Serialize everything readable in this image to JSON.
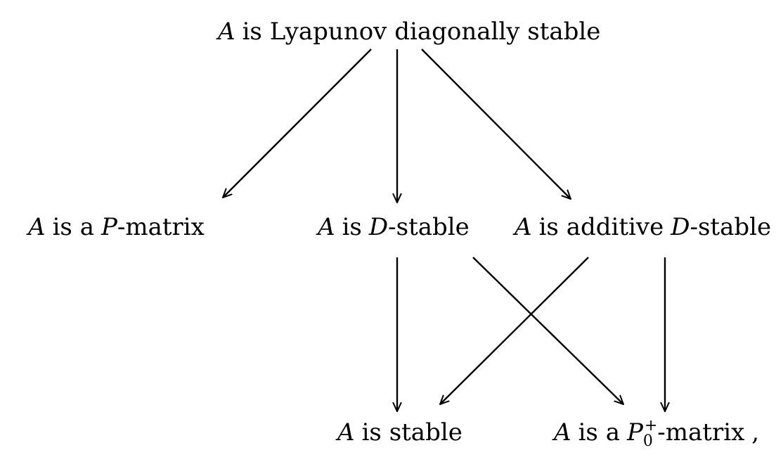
{
  "nodes": {
    "lyapunov": {
      "var": "A",
      "text": "is Lyapunov diagonally stable"
    },
    "p_matrix": {
      "var": "A",
      "pre": "is a",
      "var2": "P",
      "text": "-matrix"
    },
    "d_stable": {
      "var": "A",
      "pre": "is",
      "var2": "D",
      "text": "-stable"
    },
    "additive_d_stable": {
      "var": "A",
      "pre": "is additive",
      "var2": "D",
      "text": "-stable"
    },
    "stable": {
      "var": "A",
      "text": "is stable"
    },
    "p0_plus": {
      "var": "A",
      "pre": "is a",
      "var2": "P",
      "sub": "0",
      "sup": "+",
      "text": "-matrix",
      "trail": ","
    }
  },
  "edges": [
    {
      "from": "lyapunov",
      "to": "p_matrix"
    },
    {
      "from": "lyapunov",
      "to": "d_stable"
    },
    {
      "from": "lyapunov",
      "to": "additive_d_stable"
    },
    {
      "from": "d_stable",
      "to": "stable"
    },
    {
      "from": "d_stable",
      "to": "p0_plus"
    },
    {
      "from": "additive_d_stable",
      "to": "stable"
    },
    {
      "from": "additive_d_stable",
      "to": "p0_plus"
    }
  ],
  "colors": {
    "ink": "#000000",
    "background": "#ffffff"
  }
}
